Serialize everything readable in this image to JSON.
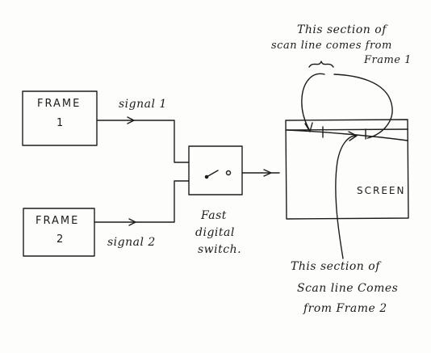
{
  "diagram": {
    "ink_color": "#1c1c1c",
    "background": "#fdfdfb",
    "frame1": {
      "line1": "FRAME",
      "line2": "1"
    },
    "frame2": {
      "line1": "FRAME",
      "line2": "2"
    },
    "signal1_label": "signal 1",
    "signal2_label": "signal 2",
    "switch_label": {
      "line1": "Fast",
      "line2": "digital",
      "line3": "switch."
    },
    "screen_label": "SCREEN",
    "top_note": {
      "line1": "This section of",
      "line2": "scan line comes from",
      "line3": "Frame 1"
    },
    "bottom_note": {
      "line1": "This section of",
      "line2": "Scan line Comes",
      "line3": "from Frame 2"
    }
  }
}
